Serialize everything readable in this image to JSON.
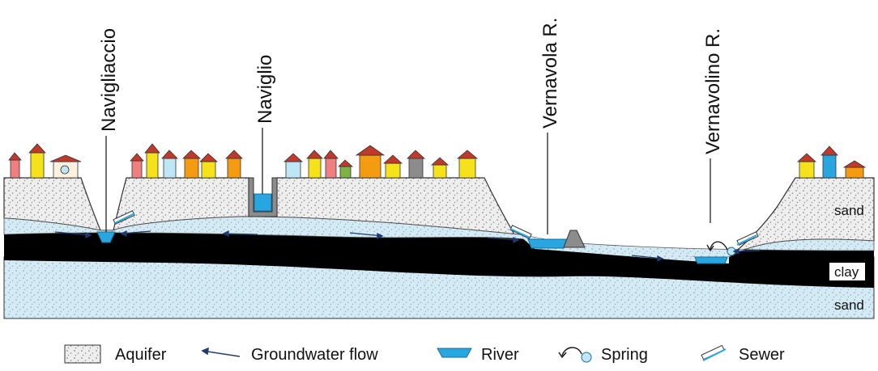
{
  "colors": {
    "aquifer_fill": "#eeeeee",
    "aquifer_dots": "#8a8a8a",
    "saturated_fill": "#d6eaf3",
    "saturated_dots": "#7fb7cf",
    "clay": "#000000",
    "river": "#29a6e0",
    "sewer": "#29a6e0",
    "flow_arrow": "#1f3a6e",
    "channel_wall": "#8c8c8c"
  },
  "channels": {
    "navigliaccio": "Navigliaccio",
    "naviglio": "Naviglio",
    "vernavola": "Vernavola R.",
    "vernavolino": "Vernavolino R."
  },
  "layers": {
    "sand_upper": "sand",
    "clay": "clay",
    "sand_lower": "sand"
  },
  "legend": {
    "aquifer": "Aquifer",
    "groundwater_flow": "Groundwater flow",
    "river": "River",
    "spring": "Spring",
    "sewer": "Sewer"
  }
}
